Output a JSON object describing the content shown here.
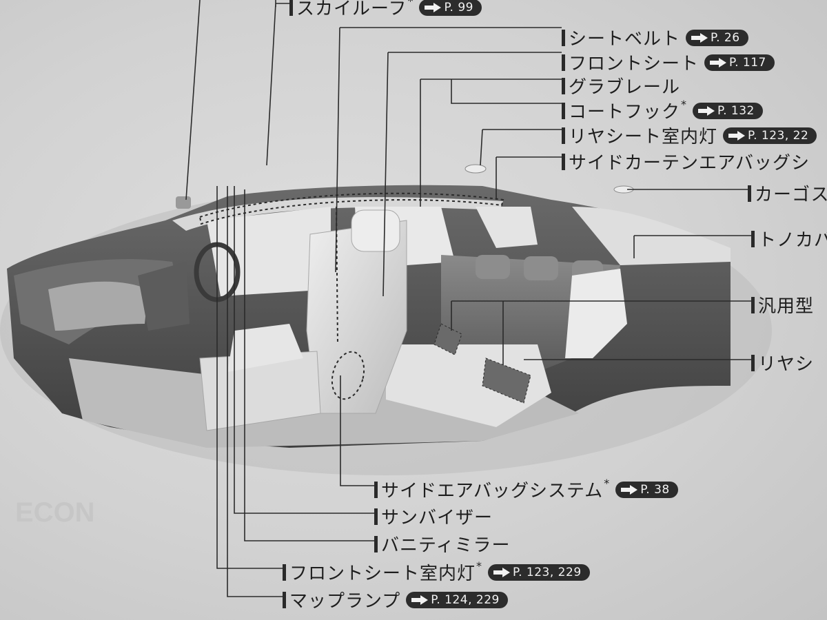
{
  "labels": {
    "sky_roof": {
      "text": "スカイルーフ",
      "star": "*",
      "ref": "P. 99"
    },
    "seat_belt": {
      "text": "シートベルト",
      "ref": "P. 26"
    },
    "front_seat": {
      "text": "フロントシート",
      "ref": "P. 117"
    },
    "grab_rail": {
      "text": "グラブレール"
    },
    "coat_hook": {
      "text": "コートフック",
      "star": "*",
      "ref": "P. 132"
    },
    "rear_seat_light": {
      "text": "リヤシート室内灯",
      "ref": "P. 123, 22"
    },
    "side_curtain_airbag": {
      "text": "サイドカーテンエアバッグシ"
    },
    "cargo": {
      "text": "カーゴス"
    },
    "tonneau": {
      "text": "トノカバ"
    },
    "universal": {
      "text": "汎用型"
    },
    "rear_seat": {
      "text": "リヤシ"
    },
    "side_airbag_system": {
      "text": "サイドエアバッグシステム",
      "star": "*",
      "ref": "P. 38"
    },
    "sun_visor": {
      "text": "サンバイザー"
    },
    "vanity_mirror": {
      "text": "バニティミラー"
    },
    "front_seat_light": {
      "text": "フロントシート室内灯",
      "star": "*",
      "ref": "P. 123, 229"
    },
    "map_lamp": {
      "text": "マップランプ",
      "ref": "P. 124, 229"
    }
  },
  "background_text": {
    "econ": "ECON"
  },
  "colors": {
    "paper": "#d6d6d6",
    "ink": "#1e1e1e",
    "badge": "#2c2c2c"
  }
}
